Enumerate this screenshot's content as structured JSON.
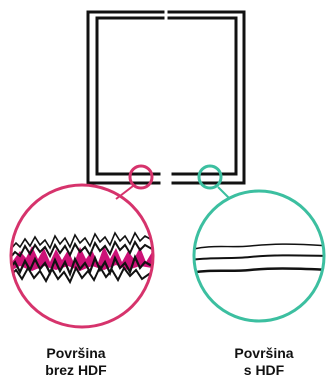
{
  "colors": {
    "frame": "#111111",
    "without_hdf_ring": "#d6336c",
    "without_hdf_accent": "#cc1177",
    "with_hdf_ring": "#3cbfa0",
    "background": "#ffffff"
  },
  "captions": {
    "without_hdf": {
      "line1": "Površina",
      "line2": "brez HDF"
    },
    "with_hdf": {
      "line1": "Površina",
      "line2": "s HDF"
    }
  }
}
